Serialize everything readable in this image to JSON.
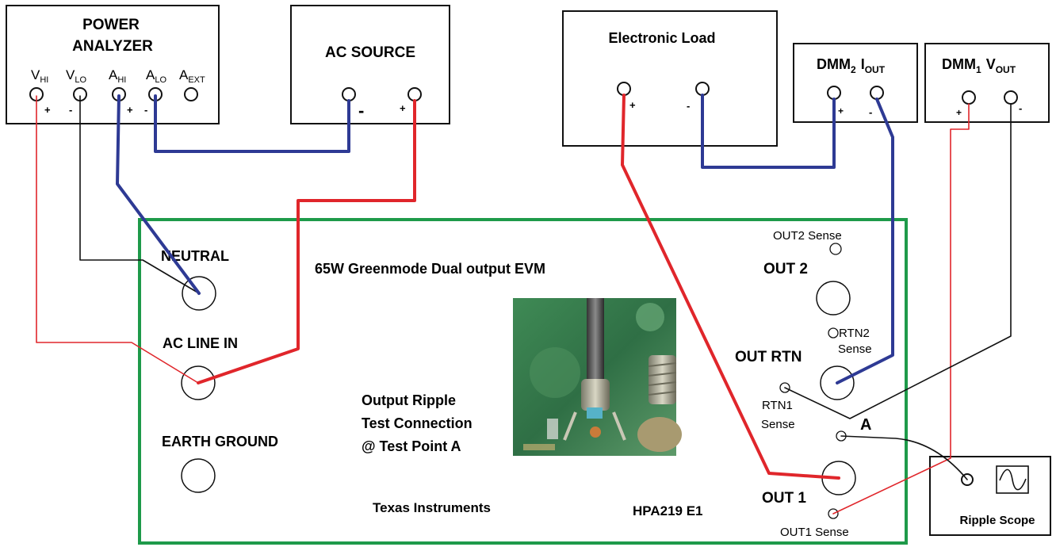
{
  "instruments": {
    "power_analyzer": {
      "title_line1": "POWER",
      "title_line2": "ANALYZER",
      "terminals": [
        {
          "main": "V",
          "sub": "HI",
          "pol": "+"
        },
        {
          "main": "V",
          "sub": "LO",
          "pol": "-"
        },
        {
          "main": "A",
          "sub": "HI",
          "pol": "+"
        },
        {
          "main": "A",
          "sub": "LO",
          "pol": "-"
        },
        {
          "main": "A",
          "sub": "EXT",
          "pol": ""
        }
      ]
    },
    "ac_source": {
      "title": "AC SOURCE",
      "neg": "-",
      "pos": "+"
    },
    "electronic_load": {
      "title": "Electronic Load",
      "pos": "+",
      "neg": "-"
    },
    "dmm2": {
      "main": "DMM",
      "idx": "2",
      "meas": "I",
      "meas_sub": "OUT",
      "pos": "+",
      "neg": "-"
    },
    "dmm1": {
      "main": "DMM",
      "idx": "1",
      "meas": "V",
      "meas_sub": "OUT",
      "pos": "+",
      "neg": "-"
    },
    "ripple_scope": {
      "title": "Ripple Scope"
    }
  },
  "board": {
    "title": "65W Greenmode Dual output EVM",
    "neutral": "NEUTRAL",
    "ac_line_in": "AC LINE IN",
    "earth_ground": "EARTH GROUND",
    "ripple_line1": "Output Ripple",
    "ripple_line2": "Test Connection",
    "ripple_line3": "@ Test Point A",
    "company": "Texas Instruments",
    "part": "HPA219 E1",
    "out2_sense": "OUT2 Sense",
    "out2": "OUT 2",
    "rtn2_line1": "RTN2",
    "rtn2_line2": "Sense",
    "out_rtn": "OUT RTN",
    "rtn1_line1": "RTN1",
    "rtn1_line2": "Sense",
    "point_a": "A",
    "out1": "OUT 1",
    "out1_sense": "OUT1 Sense"
  },
  "colors": {
    "board_outline": "#1e9a4a",
    "wire_red": "#e0262b",
    "wire_blue": "#2e3a94",
    "wire_black": "#111111"
  }
}
